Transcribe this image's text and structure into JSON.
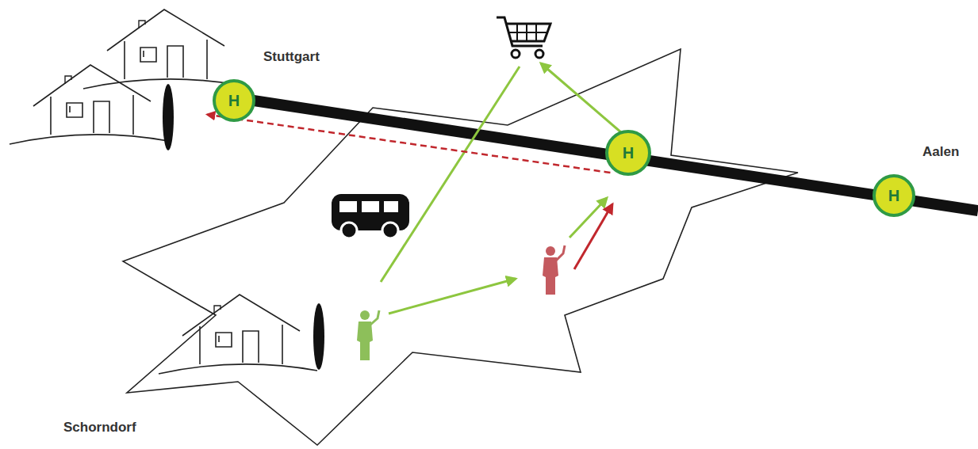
{
  "diagram": {
    "nodes": [
      {
        "text": [
          "H"
        ]
      },
      {
        "text": [
          "H"
        ]
      },
      {
        "text": [
          "H"
        ]
      }
    ],
    "edges": [
      {
        "from": 1,
        "to": 0,
        "arrow": "to"
      }
    ],
    "labels": [
      "Stuttgart",
      "Aalen",
      "Schorndorf"
    ]
  }
}
